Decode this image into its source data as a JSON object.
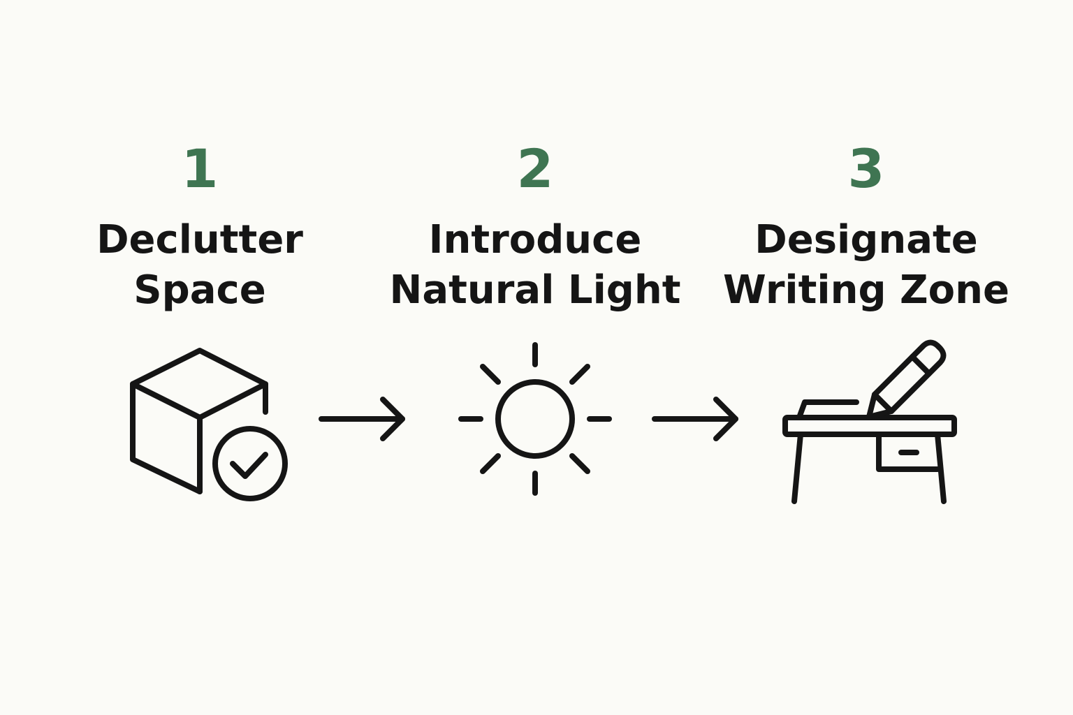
{
  "colors": {
    "background": "#fbfbf7",
    "step_number": "#3f7552",
    "text": "#151515"
  },
  "steps": [
    {
      "number": "1",
      "title_line1": "Declutter",
      "title_line2": "Space",
      "icon": "box-check-icon"
    },
    {
      "number": "2",
      "title_line1": "Introduce",
      "title_line2": "Natural Light",
      "icon": "sun-icon"
    },
    {
      "number": "3",
      "title_line1": "Designate",
      "title_line2": "Writing Zone",
      "icon": "desk-pencil-icon"
    }
  ],
  "connectors": [
    "arrow-right-icon",
    "arrow-right-icon"
  ]
}
